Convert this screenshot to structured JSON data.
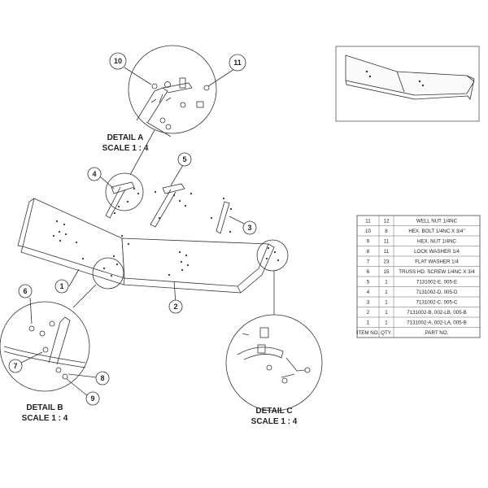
{
  "detail_labels": {
    "a": {
      "title": "DETAIL A",
      "scale": "SCALE 1 : 4"
    },
    "b": {
      "title": "DETAIL B",
      "scale": "SCALE 1 : 4"
    },
    "c": {
      "title": "DETAIL C",
      "scale": "SCALE 1 : 4"
    }
  },
  "callouts": {
    "n1": "1",
    "n2": "2",
    "n3": "3",
    "n4": "4",
    "n5": "5",
    "n6": "6",
    "n7": "7",
    "n8": "8",
    "n9": "9",
    "n10": "10",
    "n11": "11"
  },
  "bom": {
    "header": {
      "item": "ITEM NO.",
      "qty": "QTY.",
      "part": "PART NO."
    },
    "rows": [
      {
        "item": "11",
        "qty": "12",
        "part": "WELL NUT 1/4NC"
      },
      {
        "item": "10",
        "qty": "8",
        "part": "HEX. BOLT 1/4NC X 3/4\""
      },
      {
        "item": "9",
        "qty": "11",
        "part": "HEX. NUT 1/4NC"
      },
      {
        "item": "8",
        "qty": "11",
        "part": "LOCK WASHER 1/4"
      },
      {
        "item": "7",
        "qty": "23",
        "part": "FLAT WASHER 1/4"
      },
      {
        "item": "6",
        "qty": "15",
        "part": "TRUSS HD. SCREW 1/4NC X 3/4"
      },
      {
        "item": "5",
        "qty": "1",
        "part": "7131002-E, 005-E"
      },
      {
        "item": "4",
        "qty": "1",
        "part": "7131002-D, 005-D"
      },
      {
        "item": "3",
        "qty": "1",
        "part": "7131002-C, 005-C"
      },
      {
        "item": "2",
        "qty": "1",
        "part": "7131002-B, 002-LB, 005-B"
      },
      {
        "item": "1",
        "qty": "1",
        "part": "7131002-A, 002-LA, 005-B"
      }
    ]
  }
}
